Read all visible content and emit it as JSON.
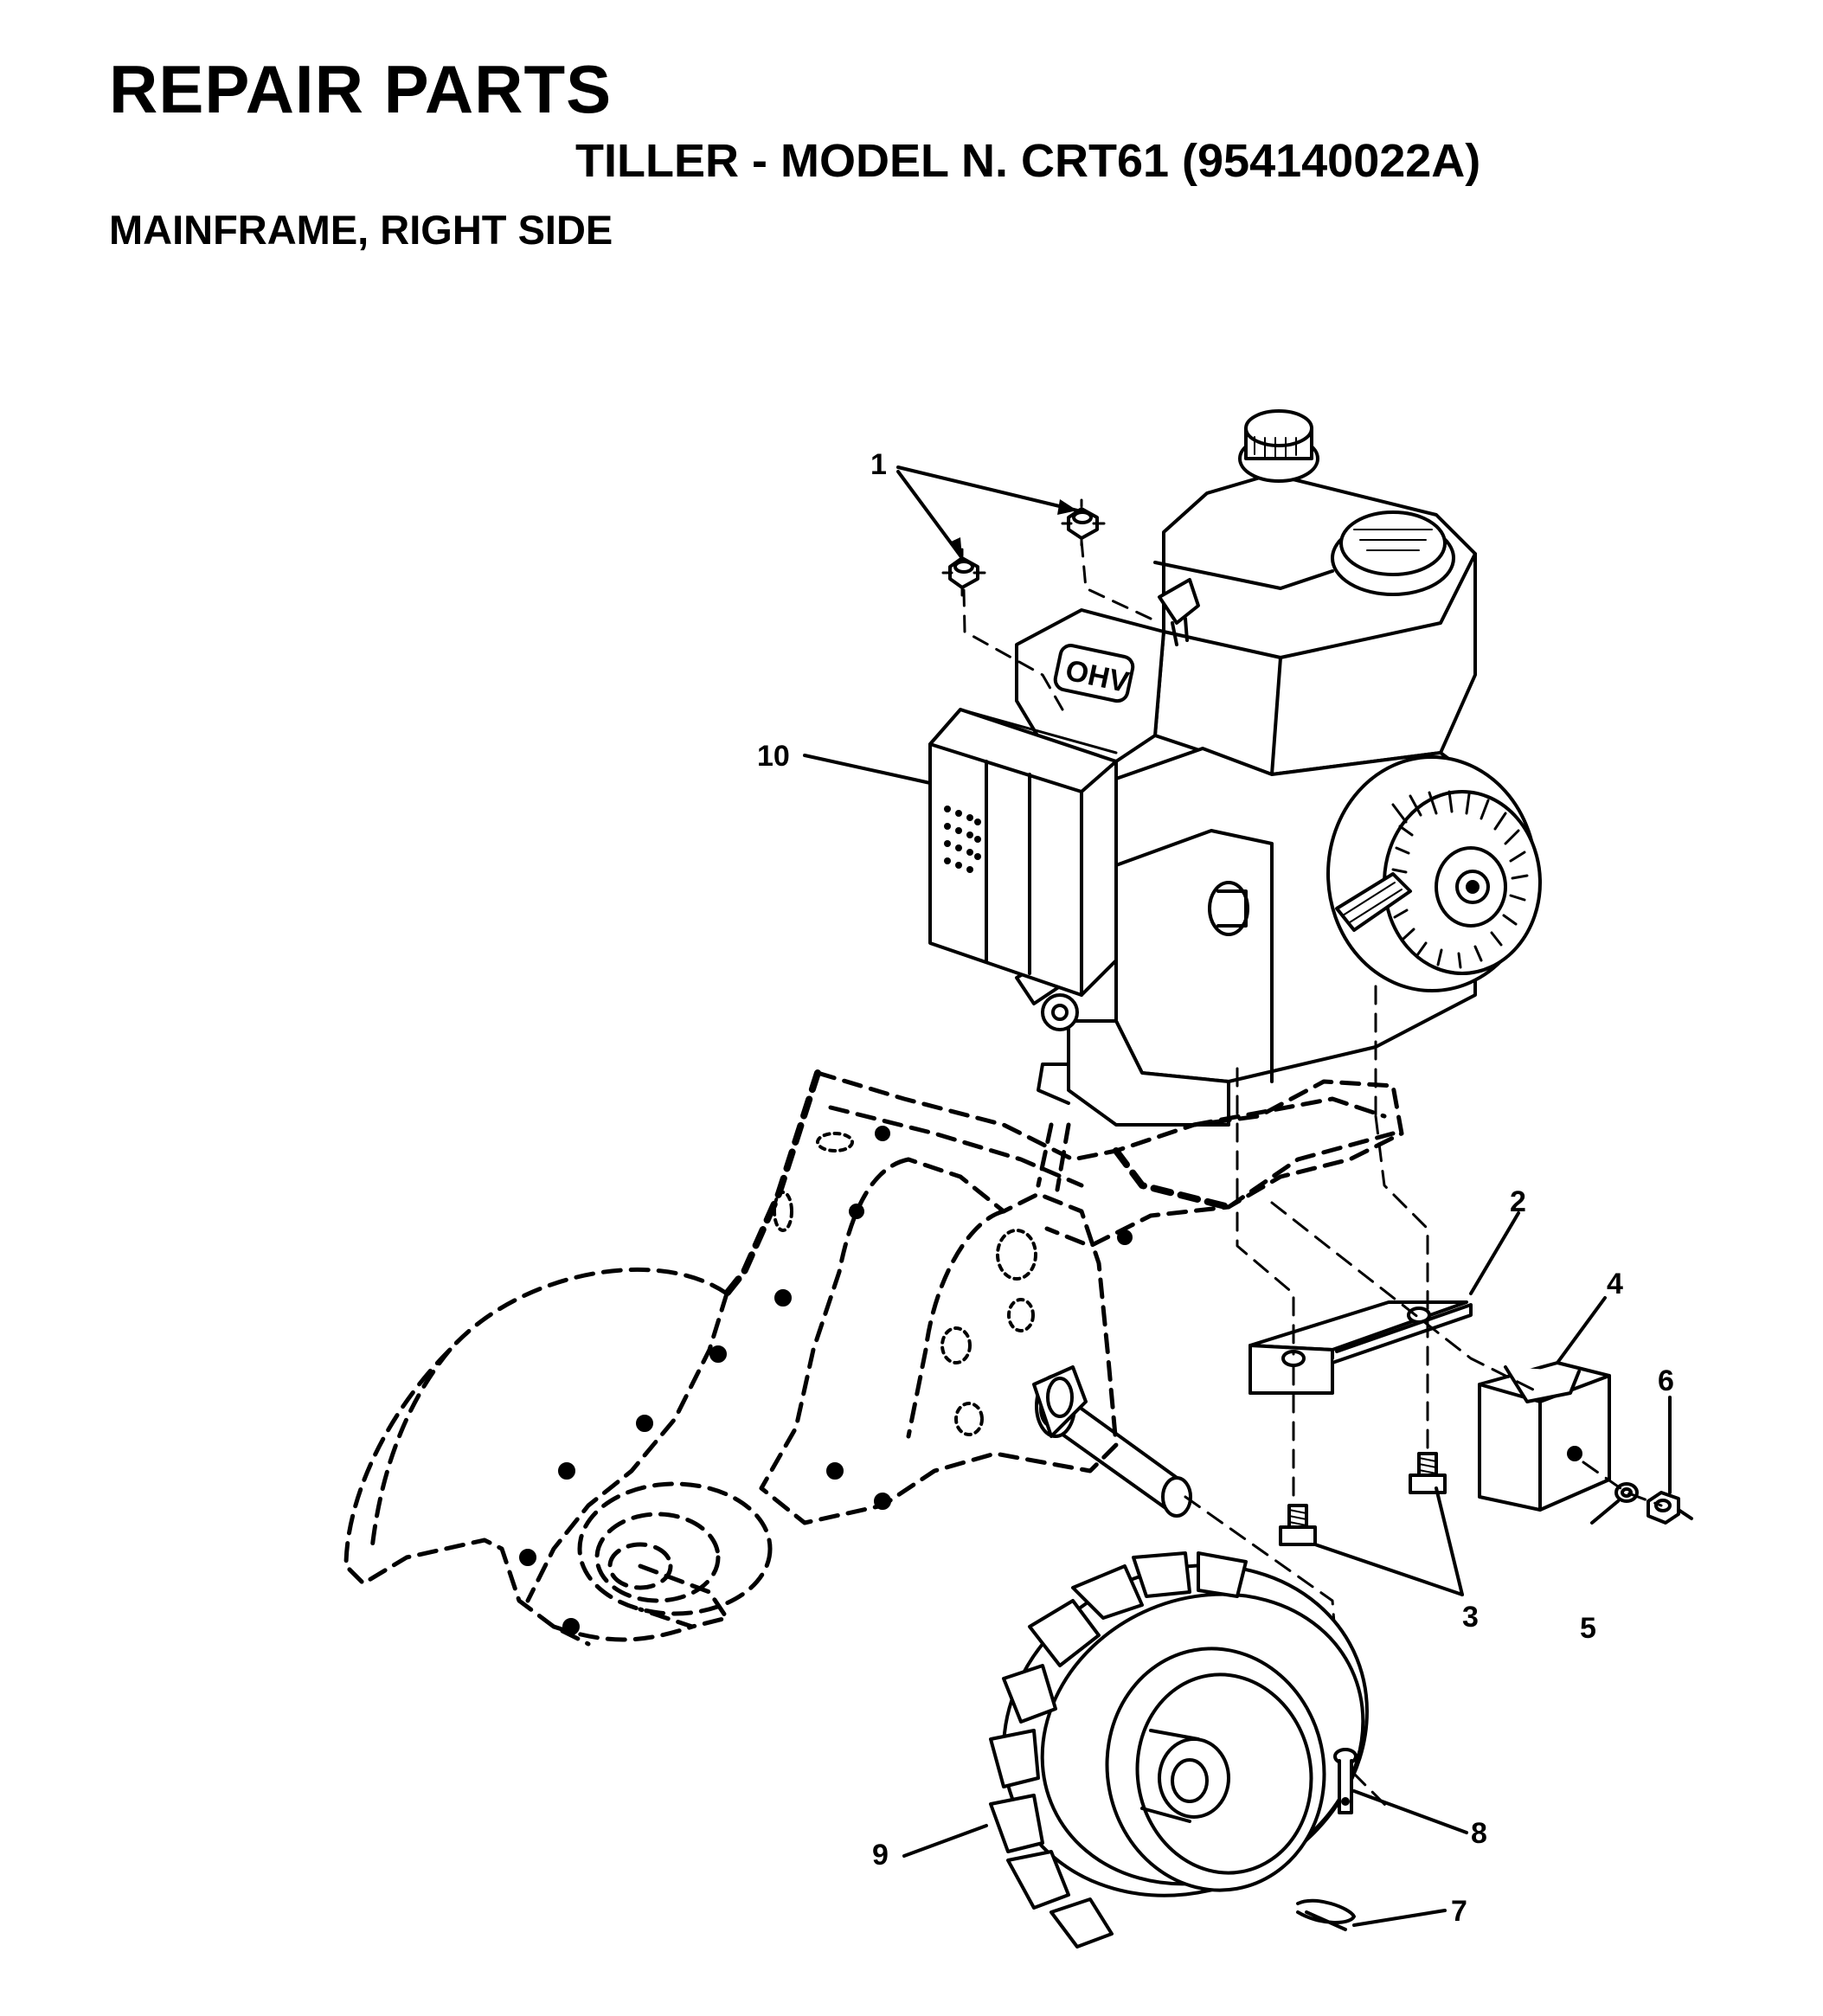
{
  "header": {
    "title": "REPAIR PARTS",
    "subtitle": "TILLER - MODEL N. CRT61 (954140022A)",
    "section": "MAINFRAME, RIGHT SIDE"
  },
  "diagram": {
    "engine_badge": "OHV",
    "callouts": [
      {
        "id": "1",
        "label": "1"
      },
      {
        "id": "2",
        "label": "2"
      },
      {
        "id": "3",
        "label": "3"
      },
      {
        "id": "4",
        "label": "4"
      },
      {
        "id": "5",
        "label": "5"
      },
      {
        "id": "6",
        "label": "6"
      },
      {
        "id": "7",
        "label": "7"
      },
      {
        "id": "8",
        "label": "8"
      },
      {
        "id": "9",
        "label": "9"
      },
      {
        "id": "10",
        "label": "10"
      }
    ]
  }
}
